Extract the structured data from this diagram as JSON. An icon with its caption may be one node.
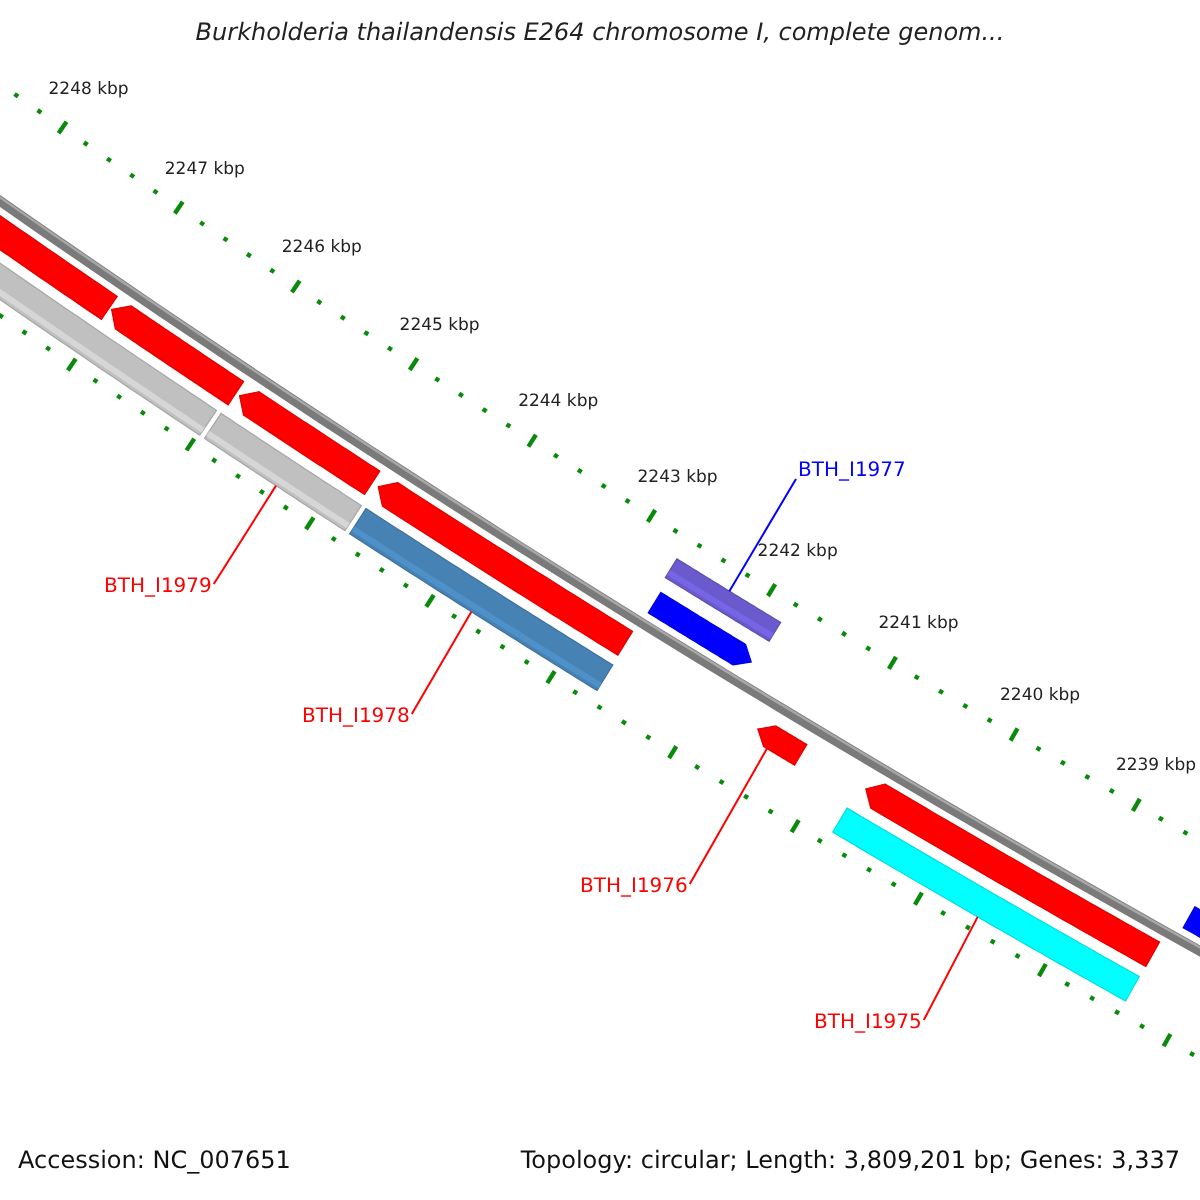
{
  "diagram": {
    "title": "Burkholderia thailandensis E264 chromosome I, complete genom...",
    "nodes": [
      {
        "text": [],
        "shape": "arrow"
      },
      {
        "text": [],
        "shape": "bar"
      },
      {
        "text": [],
        "shape": "arrow"
      },
      {
        "text": [],
        "shape": "bar"
      },
      {
        "text": [],
        "shape": "arrow"
      },
      {
        "text": [],
        "shape": "arrow"
      },
      {
        "text": [],
        "shape": "bar"
      },
      {
        "text": [],
        "shape": "bar"
      },
      {
        "text": [],
        "shape": "arrow"
      },
      {
        "text": [],
        "shape": "arrow"
      },
      {
        "text": [],
        "shape": "arrow"
      },
      {
        "text": [],
        "shape": "bar"
      },
      {
        "text": [],
        "shape": "bar"
      },
      {
        "text": [
          "BTH_I1977"
        ]
      },
      {
        "text": [
          "BTH_I1979"
        ]
      },
      {
        "text": [
          "BTH_I1978"
        ]
      },
      {
        "text": [
          "BTH_I1976"
        ]
      },
      {
        "text": [
          "BTH_I1975"
        ]
      }
    ],
    "edges": [
      {
        "from": 13,
        "to": 7,
        "arrow": "none",
        "color": "#0000ff"
      },
      {
        "from": 14,
        "to": 3,
        "arrow": "none"
      },
      {
        "from": 15,
        "to": 6,
        "arrow": "none"
      },
      {
        "from": 16,
        "to": 9,
        "arrow": "none"
      },
      {
        "from": 17,
        "to": 11,
        "arrow": "none"
      }
    ],
    "labels": [
      "2248 kbp",
      "2247 kbp",
      "2246 kbp",
      "2245 kbp",
      "2244 kbp",
      "2243 kbp",
      "2242 kbp",
      "2241 kbp",
      "2240 kbp",
      "2239 kbp",
      "Accession: NC_007651",
      "Topology: circular; Length: 3,809,201 bp; Genes: 3,337"
    ]
  }
}
